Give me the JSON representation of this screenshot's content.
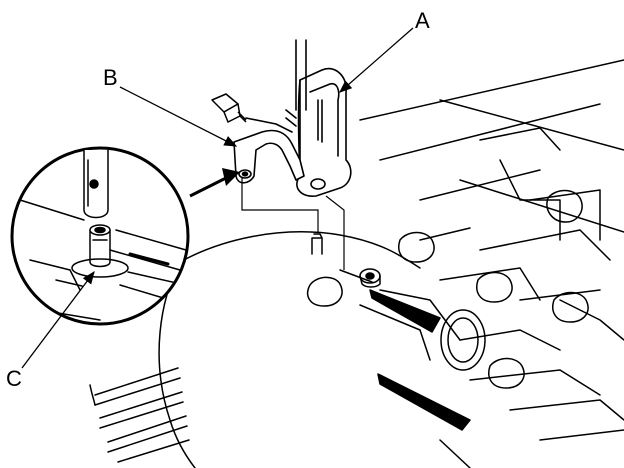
{
  "diagram": {
    "callouts": [
      {
        "id": "a",
        "label": "A"
      },
      {
        "id": "b",
        "label": "B"
      },
      {
        "id": "c",
        "label": "C"
      }
    ],
    "colors": {
      "ink": "#000000",
      "paper": "#ffffff"
    }
  }
}
